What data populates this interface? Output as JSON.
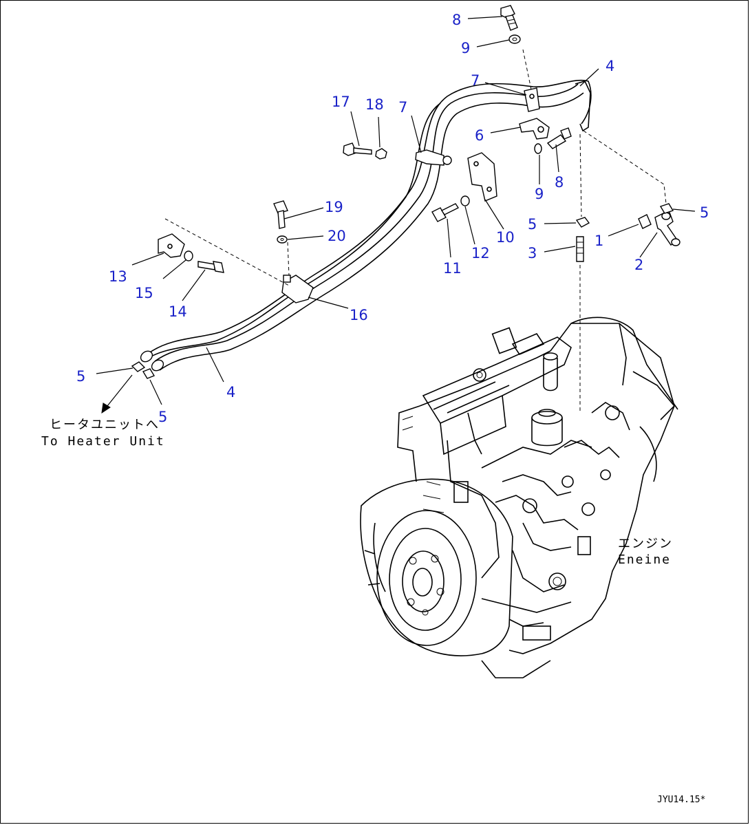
{
  "parts": [
    {
      "id": "p8a",
      "label": "8"
    },
    {
      "id": "p9a",
      "label": "9"
    },
    {
      "id": "p4a",
      "label": "4"
    },
    {
      "id": "p7a",
      "label": "7"
    },
    {
      "id": "p17",
      "label": "17"
    },
    {
      "id": "p18",
      "label": "18"
    },
    {
      "id": "p7b",
      "label": "7"
    },
    {
      "id": "p6",
      "label": "6"
    },
    {
      "id": "p9b",
      "label": "9"
    },
    {
      "id": "p8b",
      "label": "8"
    },
    {
      "id": "p5a",
      "label": "5"
    },
    {
      "id": "p5b",
      "label": "5"
    },
    {
      "id": "p1",
      "label": "1"
    },
    {
      "id": "p2",
      "label": "2"
    },
    {
      "id": "p3",
      "label": "3"
    },
    {
      "id": "p19",
      "label": "19"
    },
    {
      "id": "p20",
      "label": "20"
    },
    {
      "id": "p10",
      "label": "10"
    },
    {
      "id": "p12",
      "label": "12"
    },
    {
      "id": "p11",
      "label": "11"
    },
    {
      "id": "p13",
      "label": "13"
    },
    {
      "id": "p15",
      "label": "15"
    },
    {
      "id": "p14",
      "label": "14"
    },
    {
      "id": "p16",
      "label": "16"
    },
    {
      "id": "p5c",
      "label": "5"
    },
    {
      "id": "p5d",
      "label": "5"
    },
    {
      "id": "p4b",
      "label": "4"
    }
  ],
  "heater_note": {
    "jp": "ヒータユニットへ",
    "en": "To Heater Unit"
  },
  "engine_note": {
    "jp": "エンジン",
    "en": "Eneine"
  },
  "figure_code": "JYU14.15*",
  "colors": {
    "label": "#1a22c8",
    "line": "#000000"
  }
}
